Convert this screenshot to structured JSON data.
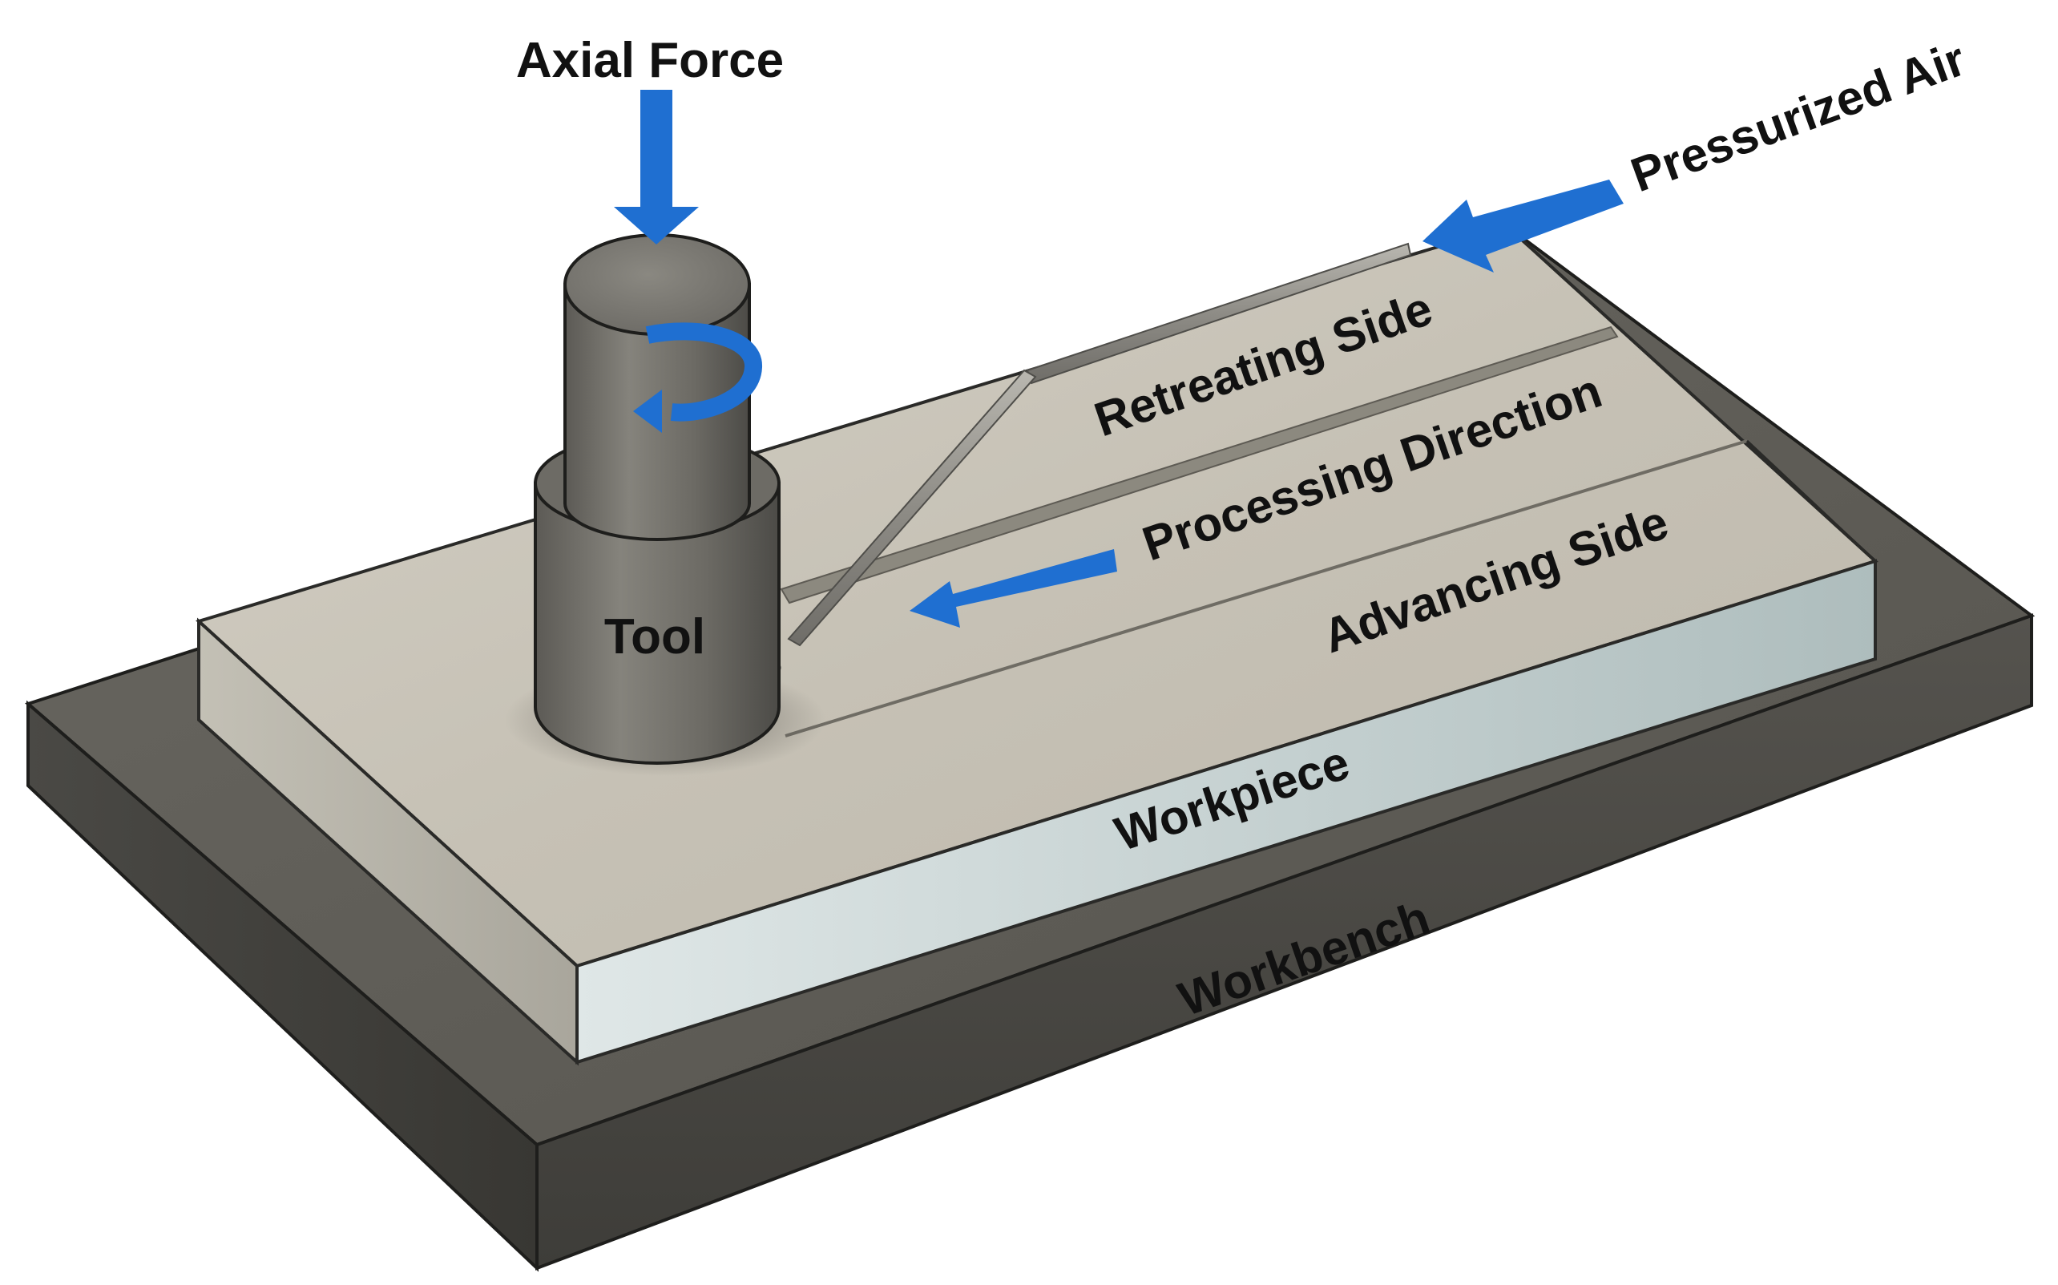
{
  "diagram": {
    "labels": {
      "axial_force": "Axial Force",
      "pressurized_air": "Pressurized Air",
      "retreating_side": "Retreating Side",
      "processing_direction": "Processing Direction",
      "advancing_side": "Advancing Side",
      "tool": "Tool",
      "workpiece": "Workpiece",
      "workbench": "Workbench"
    },
    "colors": {
      "arrow_blue": "#1f6fd1",
      "bench_top": "#5e5c56",
      "bench_front": "#4a4944",
      "workpiece_top": "#c9c4b8",
      "workpiece_front": "#cdd8d8",
      "tool": "#6f6d67"
    }
  }
}
